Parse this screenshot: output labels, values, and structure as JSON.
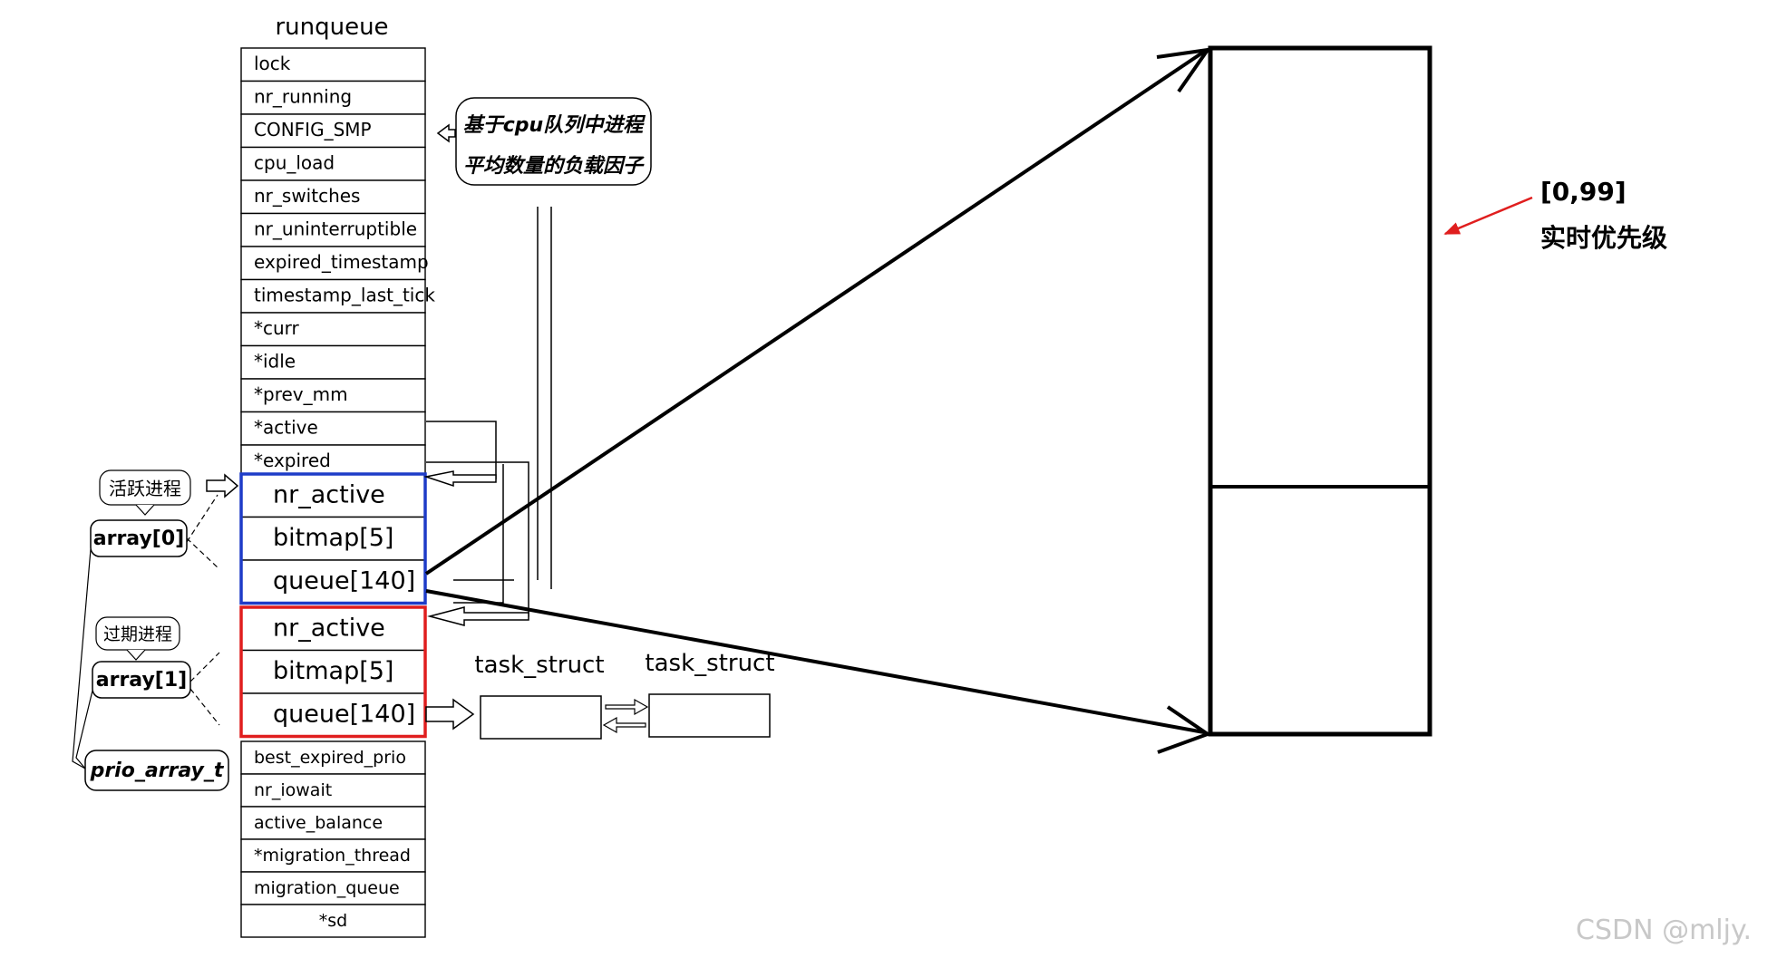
{
  "runqueue": {
    "title": "runqueue",
    "fields": [
      "lock",
      "nr_running",
      "CONFIG_SMP",
      "cpu_load",
      "nr_switches",
      "nr_uninterruptible",
      "expired_timestamp",
      "timestamp_last_tick",
      "*curr",
      "*idle",
      "*prev_mm",
      "*active",
      "*expired"
    ],
    "array0_fields": [
      "nr_active",
      "bitmap[5]",
      "queue[140]"
    ],
    "array1_fields": [
      "nr_active",
      "bitmap[5]",
      "queue[140]"
    ],
    "tail_fields": [
      "best_expired_prio",
      "nr_iowait",
      "active_balance",
      "*migration_thread",
      "migration_queue",
      "*sd"
    ]
  },
  "callouts": {
    "cpu_load_line1": "基于cpu队列中进程",
    "cpu_load_line2": "平均数量的负载因子",
    "active_process": "活跃进程",
    "expired_process": "过期进程"
  },
  "labels": {
    "array0": "array[0]",
    "array1": "array[1]",
    "prio_array": "prio_array_t",
    "task_struct_1": "task_struct",
    "task_struct_2": "task_struct",
    "priority_range": "[0,99]",
    "priority_name": "实时优先级",
    "watermark": "CSDN @mljy."
  },
  "colors": {
    "array0_border": "#1e3cc8",
    "array1_border": "#e01e1e",
    "annotation_arrow": "#e01e1e",
    "watermark": "#c8c8c8"
  }
}
